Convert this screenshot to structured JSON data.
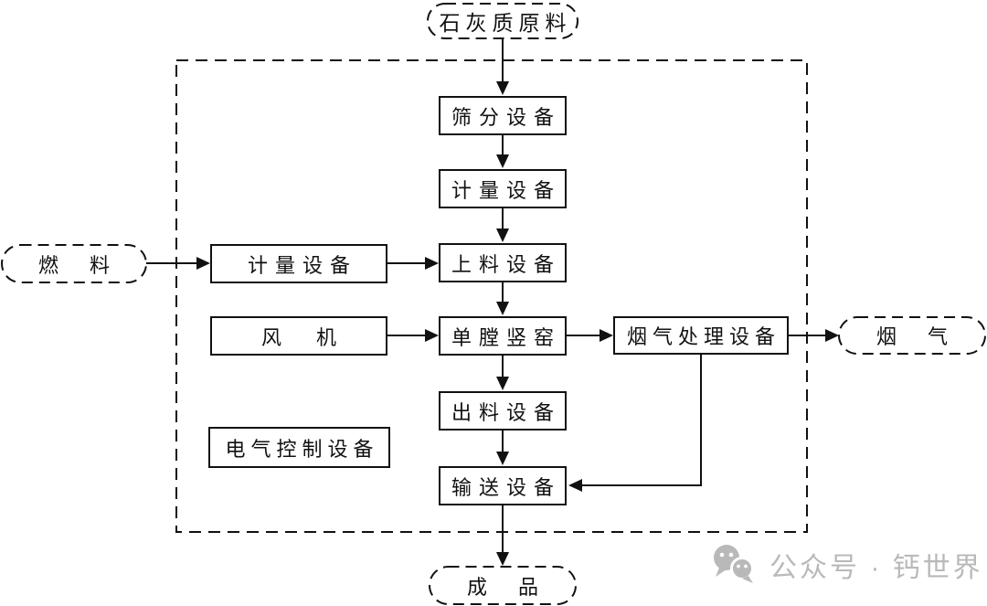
{
  "diagram": {
    "title_hint": "lime-production-process-flowchart",
    "colors": {
      "line": "#111111",
      "background": "#ffffff",
      "watermark": "#b9b9b9"
    },
    "nodes": {
      "limestone": {
        "label": "石灰质原料",
        "shape": "stadium"
      },
      "screening": {
        "label": "筛分设备",
        "shape": "rect"
      },
      "metering_main": {
        "label": "计量设备",
        "shape": "rect"
      },
      "feeding": {
        "label": "上料设备",
        "shape": "rect"
      },
      "kiln": {
        "label": "单膛竖窑",
        "shape": "rect"
      },
      "discharge": {
        "label": "出料设备",
        "shape": "rect"
      },
      "conveying": {
        "label": "输送设备",
        "shape": "rect"
      },
      "fuel": {
        "label": "燃　料",
        "shape": "stadium"
      },
      "metering_fuel": {
        "label": "计量设备",
        "shape": "rect"
      },
      "fan": {
        "label": "风　机",
        "shape": "rect"
      },
      "electrical_control": {
        "label": "电气控制设备",
        "shape": "rect"
      },
      "flue_gas_treatment": {
        "label": "烟气处理设备",
        "shape": "rect"
      },
      "flue_gas": {
        "label": "烟　气",
        "shape": "stadium"
      },
      "product": {
        "label": "成　品",
        "shape": "stadium"
      }
    },
    "edges": [
      {
        "from": "limestone",
        "to": "screening"
      },
      {
        "from": "screening",
        "to": "metering_main"
      },
      {
        "from": "metering_main",
        "to": "feeding"
      },
      {
        "from": "feeding",
        "to": "kiln"
      },
      {
        "from": "kiln",
        "to": "discharge"
      },
      {
        "from": "discharge",
        "to": "conveying"
      },
      {
        "from": "conveying",
        "to": "product"
      },
      {
        "from": "fuel",
        "to": "metering_fuel"
      },
      {
        "from": "metering_fuel",
        "to": "feeding"
      },
      {
        "from": "fan",
        "to": "kiln"
      },
      {
        "from": "kiln",
        "to": "flue_gas_treatment"
      },
      {
        "from": "flue_gas_treatment",
        "to": "flue_gas"
      },
      {
        "from": "flue_gas_treatment",
        "to": "conveying"
      }
    ]
  },
  "watermark": {
    "icon": "wechat-icon",
    "text": "公众号 · 钙世界"
  }
}
